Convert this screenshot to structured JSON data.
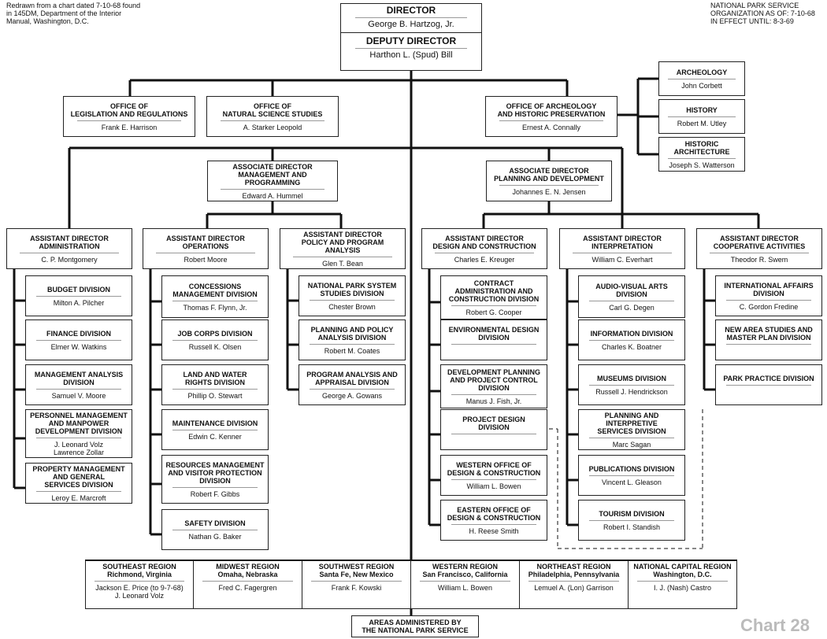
{
  "note_left": [
    "Redrawn from a chart dated 7-10-68 found",
    "in 145DM, Department of the Interior",
    "Manual, Washington, D.C."
  ],
  "note_right": [
    "NATIONAL PARK SERVICE",
    "ORGANIZATION AS OF: 7-10-68",
    "IN EFFECT UNTIL: 8-3-69"
  ],
  "chart_label": "Chart 28",
  "director": {
    "title": "DIRECTOR",
    "name": "George B. Hartzog, Jr."
  },
  "deputy": {
    "title": "DEPUTY DIRECTOR",
    "name": "Harthon L. (Spud) Bill"
  },
  "offices": [
    {
      "title": "OFFICE OF\nLEGISLATION AND REGULATIONS",
      "name": "Frank E. Harrison"
    },
    {
      "title": "OFFICE OF\nNATURAL SCIENCE STUDIES",
      "name": "A. Starker Leopold"
    },
    {
      "title": "OFFICE OF ARCHEOLOGY\nAND HISTORIC PRESERVATION",
      "name": "Ernest A. Connally"
    }
  ],
  "archeology_units": [
    {
      "title": "ARCHEOLOGY",
      "name": "John Corbett"
    },
    {
      "title": "HISTORY",
      "name": "Robert M. Utley"
    },
    {
      "title": "HISTORIC ARCHITECTURE",
      "name": "Joseph S. Watterson"
    }
  ],
  "associates": [
    {
      "title": "ASSOCIATE DIRECTOR\nMANAGEMENT AND\nPROGRAMMING",
      "name": "Edward A. Hummel"
    },
    {
      "title": "ASSOCIATE DIRECTOR\nPLANNING AND DEVELOPMENT",
      "name": "Johannes E. N. Jensen"
    }
  ],
  "assistants": [
    {
      "title": "ASSISTANT DIRECTOR\nADMINISTRATION",
      "name": "C. P. Montgomery",
      "divisions": [
        {
          "title": "BUDGET DIVISION",
          "name": "Milton A. Pilcher"
        },
        {
          "title": "FINANCE DIVISION",
          "name": "Elmer W. Watkins"
        },
        {
          "title": "MANAGEMENT ANALYSIS\nDIVISION",
          "name": "Samuel V. Moore"
        },
        {
          "title": "PERSONNEL MANAGEMENT\nAND MANPOWER\nDEVELOPMENT DIVISION",
          "name": "J. Leonard Volz\nLawrence Zollar"
        },
        {
          "title": "PROPERTY MANAGEMENT\nAND GENERAL\nSERVICES DIVISION",
          "name": "Leroy E. Marcroft"
        }
      ]
    },
    {
      "title": "ASSISTANT DIRECTOR\nOPERATIONS",
      "name": "Robert Moore",
      "divisions": [
        {
          "title": "CONCESSIONS\nMANAGEMENT DIVISION",
          "name": "Thomas F. Flynn, Jr."
        },
        {
          "title": "JOB CORPS DIVISION",
          "name": "Russell K. Olsen"
        },
        {
          "title": "LAND AND WATER\nRIGHTS DIVISION",
          "name": "Phillip O. Stewart"
        },
        {
          "title": "MAINTENANCE DIVISION",
          "name": "Edwin C. Kenner"
        },
        {
          "title": "RESOURCES MANAGEMENT\nAND VISITOR PROTECTION\nDIVISION",
          "name": "Robert F. Gibbs"
        },
        {
          "title": "SAFETY DIVISION",
          "name": "Nathan G. Baker"
        }
      ]
    },
    {
      "title": "ASSISTANT DIRECTOR\nPOLICY AND PROGRAM\nANALYSIS",
      "name": "Glen T. Bean",
      "divisions": [
        {
          "title": "NATIONAL PARK SYSTEM\nSTUDIES DIVISION",
          "name": "Chester Brown"
        },
        {
          "title": "PLANNING AND POLICY\nANALYSIS DIVISION",
          "name": "Robert M. Coates"
        },
        {
          "title": "PROGRAM ANALYSIS AND\nAPPRAISAL DIVISION",
          "name": "George A. Gowans"
        }
      ]
    },
    {
      "title": "ASSISTANT DIRECTOR\nDESIGN AND CONSTRUCTION",
      "name": "Charles E. Kreuger",
      "divisions": [
        {
          "title": "CONTRACT\nADMINISTRATION AND\nCONSTRUCTION DIVISION",
          "name": "Robert G. Cooper"
        },
        {
          "title": "ENVIRONMENTAL DESIGN\nDIVISION",
          "name": ""
        },
        {
          "title": "DEVELOPMENT PLANNING\nAND PROJECT CONTROL\nDIVISION",
          "name": "Manus J. Fish, Jr."
        },
        {
          "title": "PROJECT DESIGN\nDIVISION",
          "name": ""
        },
        {
          "title": "WESTERN OFFICE OF\nDESIGN & CONSTRUCTION",
          "name": "William L. Bowen"
        },
        {
          "title": "EASTERN OFFICE OF\nDESIGN & CONSTRUCTION",
          "name": "H. Reese Smith"
        }
      ]
    },
    {
      "title": "ASSISTANT DIRECTOR\nINTERPRETATION",
      "name": "William C. Everhart",
      "divisions": [
        {
          "title": "AUDIO-VISUAL ARTS\nDIVISION",
          "name": "Carl G. Degen"
        },
        {
          "title": "INFORMATION DIVISION",
          "name": "Charles K. Boatner"
        },
        {
          "title": "MUSEUMS DIVISION",
          "name": "Russell J. Hendrickson"
        },
        {
          "title": "PLANNING AND\nINTERPRETIVE\nSERVICES DIVISION",
          "name": "Marc Sagan"
        },
        {
          "title": "PUBLICATIONS DIVISION",
          "name": "Vincent L. Gleason"
        },
        {
          "title": "TOURISM DIVISION",
          "name": "Robert I. Standish"
        }
      ]
    },
    {
      "title": "ASSISTANT DIRECTOR\nCOOPERATIVE ACTIVITIES",
      "name": "Theodor R. Swem",
      "divisions": [
        {
          "title": "INTERNATIONAL AFFAIRS\nDIVISION",
          "name": "C. Gordon Fredine"
        },
        {
          "title": "NEW AREA STUDIES AND\nMASTER PLAN DIVISION",
          "name": ""
        },
        {
          "title": "PARK PRACTICE DIVISION",
          "name": ""
        }
      ]
    }
  ],
  "regions": [
    {
      "title": "SOUTHEAST REGION",
      "place": "Richmond, Virginia",
      "name": "Jackson E. Price (to 9-7-68)\nJ. Leonard Volz"
    },
    {
      "title": "MIDWEST REGION",
      "place": "Omaha, Nebraska",
      "name": "Fred C. Fagergren"
    },
    {
      "title": "SOUTHWEST REGION",
      "place": "Santa Fe, New Mexico",
      "name": "Frank F. Kowski"
    },
    {
      "title": "WESTERN REGION",
      "place": "San Francisco, California",
      "name": "William L. Bowen"
    },
    {
      "title": "NORTHEAST REGION",
      "place": "Philadelphia, Pennsylvania",
      "name": "Lemuel A. (Lon) Garrison"
    },
    {
      "title": "NATIONAL CAPITAL REGION",
      "place": "Washington, D.C.",
      "name": "I. J. (Nash) Castro"
    }
  ],
  "areas": "AREAS ADMINISTERED BY\nTHE NATIONAL PARK SERVICE"
}
